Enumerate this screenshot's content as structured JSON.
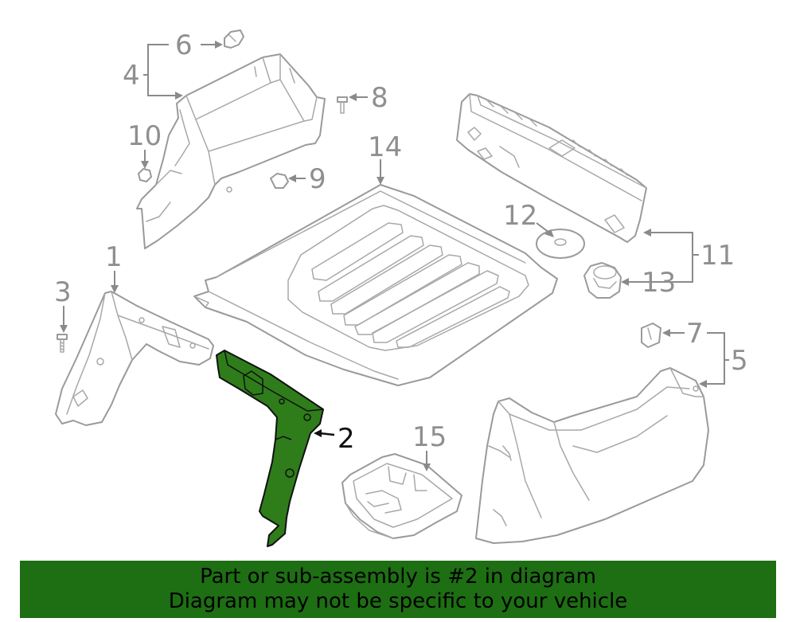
{
  "diagram": {
    "highlight_color": "#2e7d1a",
    "highlighted_callout": "2",
    "callouts": [
      "1",
      "2",
      "3",
      "4",
      "5",
      "6",
      "7",
      "8",
      "9",
      "10",
      "11",
      "12",
      "13",
      "14",
      "15"
    ]
  },
  "banner": {
    "background_color": "#1e6e14",
    "line1": "Part or sub-assembly is #2 in diagram",
    "line2": "Diagram may not be specific to your vehicle"
  }
}
